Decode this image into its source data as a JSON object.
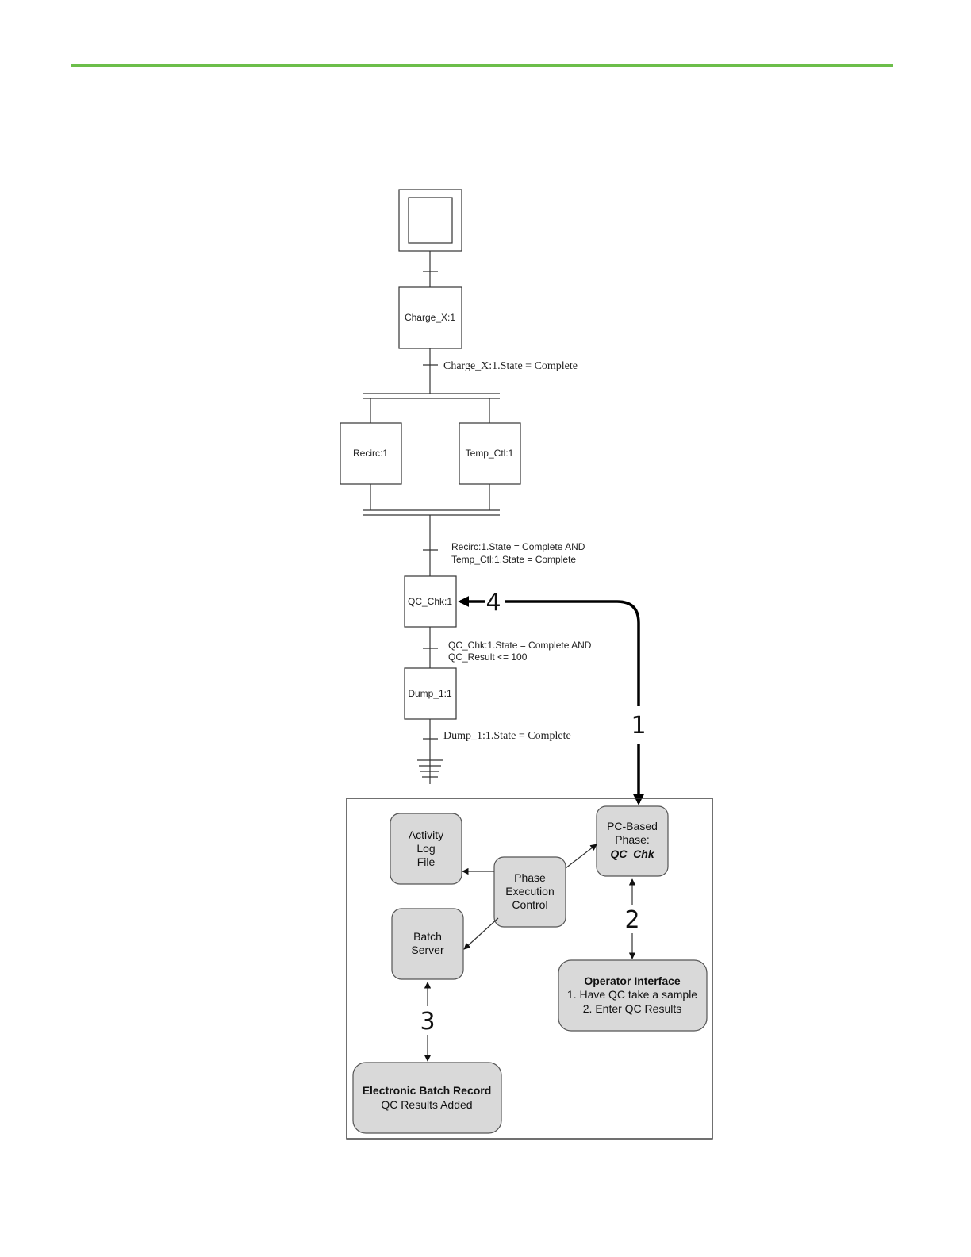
{
  "sfc": {
    "steps": {
      "charge": "Charge_X:1",
      "recirc": "Recirc:1",
      "temp": "Temp_Ctl:1",
      "qc": "QC_Chk:1",
      "dump": "Dump_1:1"
    },
    "transitions": {
      "t1": "Charge_X:1.State = Complete",
      "t2_line1": "Recirc:1.State = Complete AND",
      "t2_line2": "Temp_Ctl:1.State = Complete",
      "t3_line1": "QC_Chk:1.State = Complete AND",
      "t3_line2": "QC_Result <= 100",
      "t4": "Dump_1:1.State = Complete"
    }
  },
  "system": {
    "activity_log": [
      "Activity",
      "Log",
      "File"
    ],
    "phase_exec": [
      "Phase",
      "Execution",
      "Control"
    ],
    "batch_server": [
      "Batch",
      "Server"
    ],
    "pc_phase": [
      "PC-Based",
      "Phase:",
      "QC_Chk"
    ],
    "operator": {
      "title": "Operator Interface",
      "line1": "1. Have QC take a sample",
      "line2": "2. Enter QC Results"
    },
    "ebr": {
      "title": "Electronic Batch Record",
      "line1": "QC Results Added"
    }
  },
  "callouts": {
    "one": "1",
    "two": "2",
    "three": "3",
    "four": "4"
  },
  "colors": {
    "rule": "#6cbe4a",
    "box_fill": "#d9d9d9"
  }
}
